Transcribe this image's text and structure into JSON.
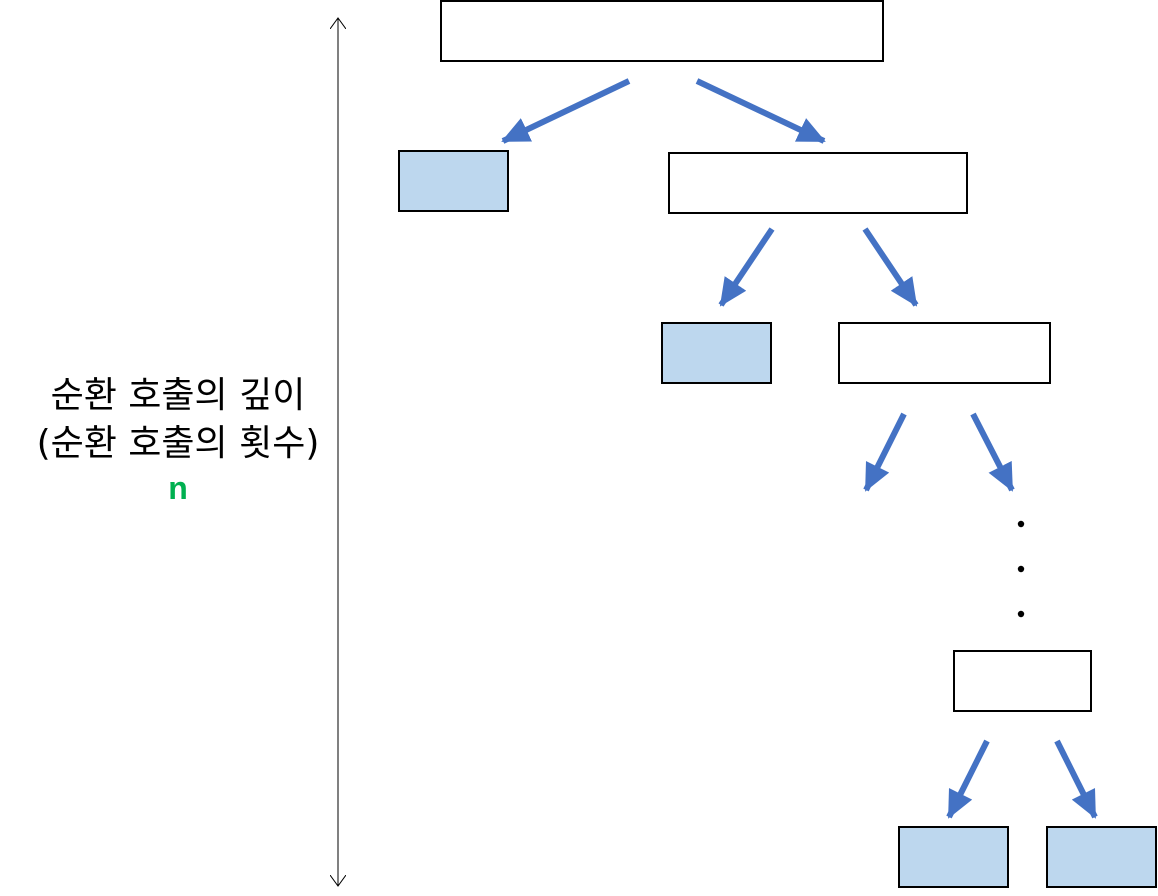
{
  "depth_label": {
    "line1": "순환 호출의 깊이",
    "line2": "(순환 호출의 횟수)",
    "variable": "n"
  },
  "ellipsis": "⋮",
  "colors": {
    "arrow": "#4472C4",
    "leaf_fill": "#BDD7EE",
    "node_fill": "#FFFFFF",
    "border": "#000000",
    "variable": "#00B050"
  }
}
